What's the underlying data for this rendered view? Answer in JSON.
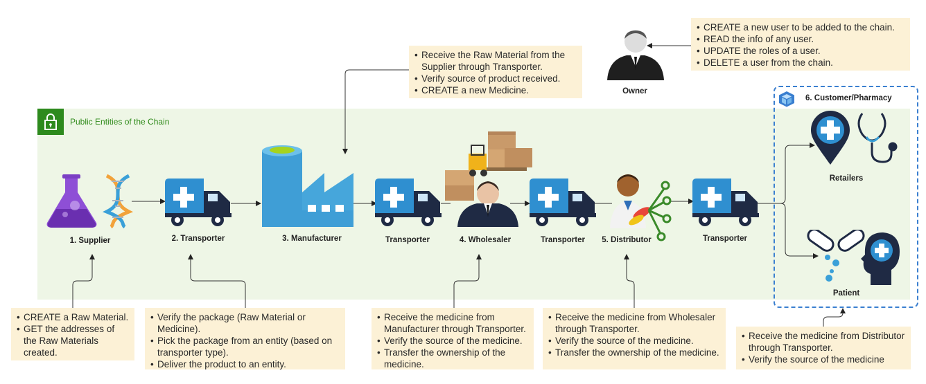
{
  "region": {
    "title": "Public Entities of the Chain"
  },
  "owner": {
    "label": "Owner",
    "notes": [
      "CREATE a new user to be added to the chain.",
      "READ the info of any user.",
      "UPDATE the roles of a user.",
      "DELETE a user from the chain."
    ]
  },
  "manufacturer_notes": [
    "Receive the Raw Material from the Supplier through Transporter.",
    "Verify source of product received.",
    "CREATE a new Medicine."
  ],
  "nodes": {
    "supplier": "1. Supplier",
    "transporter": "2. Transporter",
    "manufacturer": "3. Manufacturer",
    "transporter_b": "Transporter",
    "wholesaler": "4. Wholesaler",
    "transporter_c": "Transporter",
    "distributor": "5. Distributor",
    "transporter_d": "Transporter",
    "customer": "6. Customer/Pharmacy",
    "retailers": "Retailers",
    "patient": "Patient"
  },
  "bottom_notes": {
    "supplier": [
      "CREATE a Raw Material.",
      "GET the addresses of the Raw Materials created."
    ],
    "transporter": [
      "Verify the package (Raw Material or Medicine).",
      "Pick the package from an entity (based on transporter type).",
      "Deliver the product to an entity."
    ],
    "wholesaler": [
      "Receive the medicine from Manufacturer through Transporter.",
      "Verify the source of the medicine.",
      "Transfer the ownership of the medicine."
    ],
    "distributor": [
      "Receive the medicine from Wholesaler through Transporter.",
      "Verify the source of the medicine.",
      "Transfer the ownership of the medicine."
    ],
    "patient": [
      "Receive the medicine from Distributor through Transporter.",
      "Verify the source of the medicine"
    ]
  },
  "colors": {
    "truck": "#2f8fd0",
    "truck_dark": "#1f2a44",
    "factory": "#46a6db",
    "region_fill": "#eef6e6",
    "region_accent": "#2d8a1d",
    "note_fill": "#fcf1d6",
    "customer_border": "#3a7fd0"
  }
}
